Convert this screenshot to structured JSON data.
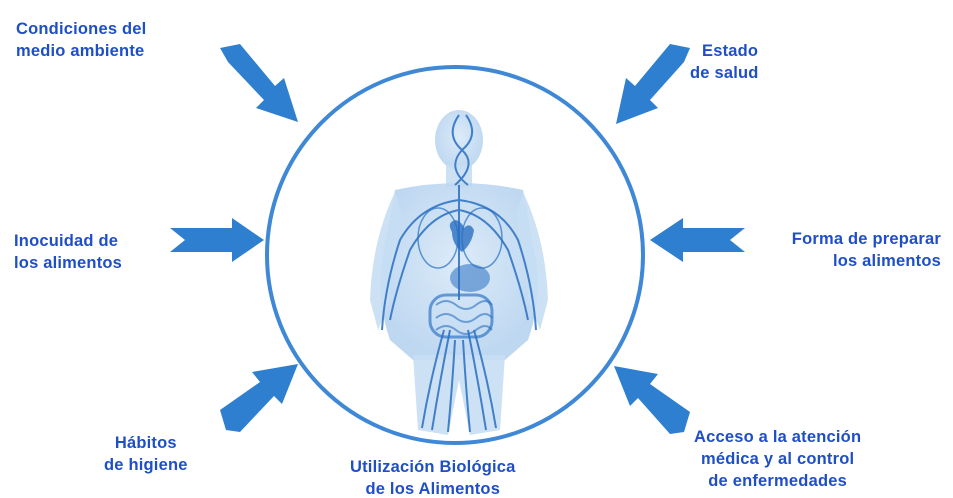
{
  "center": {
    "caption_line1": "Utilización Biológica",
    "caption_line2": "de los Alimentos",
    "illustration": "human-circulatory-system"
  },
  "factors": {
    "top_left": {
      "line1": "Condiciones del",
      "line2": "medio ambiente"
    },
    "top_right": {
      "line1": "Estado",
      "line2": "de salud"
    },
    "mid_left": {
      "line1": "Inocuidad de",
      "line2": "los alimentos"
    },
    "mid_right": {
      "line1": "Forma de preparar",
      "line2": "los alimentos"
    },
    "bottom_left": {
      "line1": "Hábitos",
      "line2": "de higiene"
    },
    "bottom_right": {
      "line1": "Acceso a la atención",
      "line2": "médica y al control",
      "line3": "de enfermedades"
    }
  },
  "colors": {
    "text": "#1f4fc4",
    "arrow": "#2f7fd0",
    "circle": "#3f88d6",
    "body_fill": "#c7def3",
    "vessels": "#2a6fc2"
  }
}
